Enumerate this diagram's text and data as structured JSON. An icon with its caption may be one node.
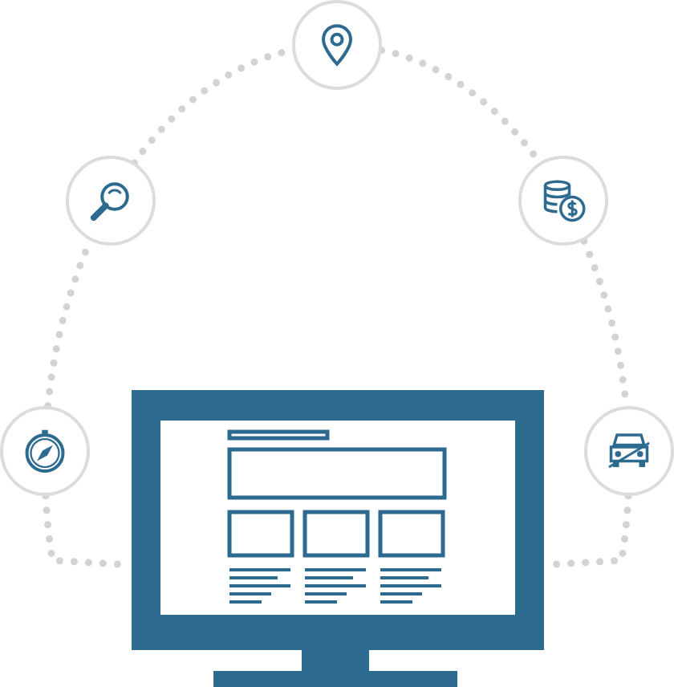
{
  "diagram": {
    "nodes": [
      {
        "text": [],
        "shape": "circle"
      },
      {
        "text": [],
        "shape": "circle"
      },
      {
        "text": [],
        "shape": "circle"
      },
      {
        "text": [],
        "shape": "circle"
      },
      {
        "text": [],
        "shape": "circle"
      },
      {
        "text": [],
        "shape": "monitor"
      }
    ],
    "edges": [
      {
        "from": 3,
        "to": 1,
        "arrow": "none",
        "style": "dashed"
      },
      {
        "from": 1,
        "to": 0,
        "arrow": "none",
        "style": "dashed"
      },
      {
        "from": 0,
        "to": 2,
        "arrow": "none",
        "style": "dashed"
      },
      {
        "from": 2,
        "to": 4,
        "arrow": "none",
        "style": "dashed"
      },
      {
        "from": 3,
        "to": 5,
        "arrow": "none",
        "style": "dashed"
      },
      {
        "from": 4,
        "to": 5,
        "arrow": "none",
        "style": "dashed"
      }
    ]
  }
}
